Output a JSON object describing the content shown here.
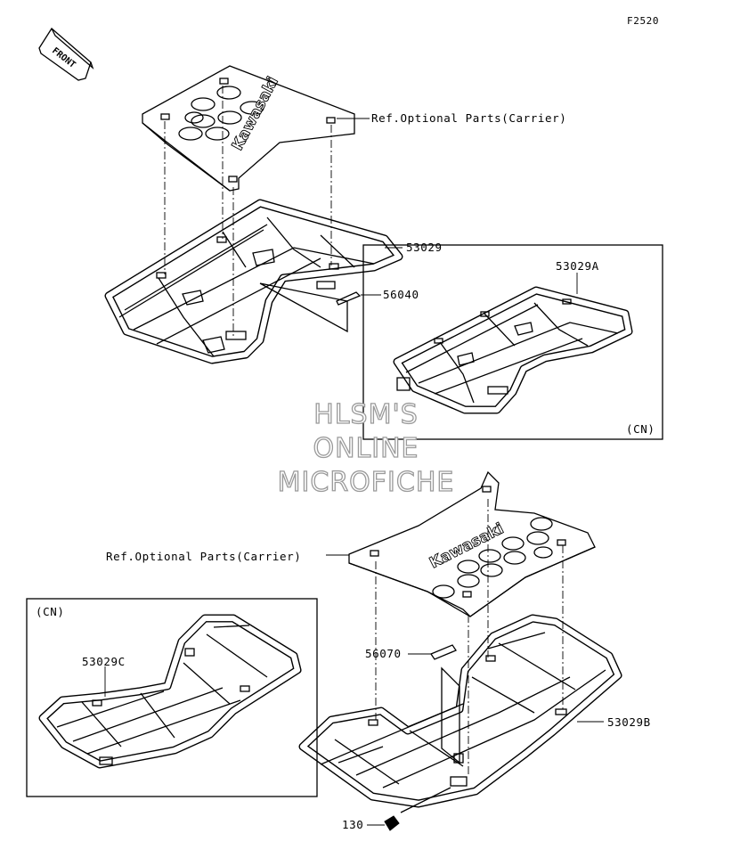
{
  "figure_code": "F2520",
  "front_arrow_text": "FRONT",
  "watermark": [
    "HLSM'S",
    "ONLINE",
    "MICROFICHE"
  ],
  "brand_text": "Kawasaki",
  "labels": {
    "ref_carrier_top": "Ref.Optional Parts(Carrier)",
    "ref_carrier_bottom": "Ref.Optional Parts(Carrier)",
    "part_53029": "53029",
    "part_56040": "56040",
    "part_53029a": "53029A",
    "cn_right": "(CN)",
    "cn_left": "(CN)",
    "part_53029c": "53029C",
    "part_56070": "56070",
    "part_53029b": "53029B",
    "part_130": "130"
  }
}
